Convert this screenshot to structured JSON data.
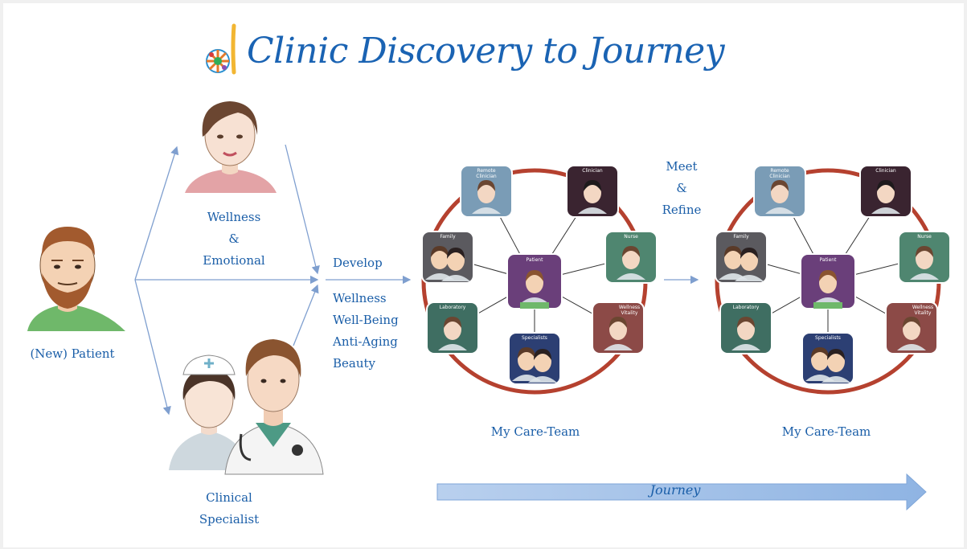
{
  "title": "Clinic Discovery to Journey",
  "patient_label": "(New) Patient",
  "wellness_label": [
    "Wellness",
    "&",
    "Emotional"
  ],
  "clinical_label": [
    "Clinical",
    "Specialist"
  ],
  "develop_label": "Develop",
  "focus_list": [
    "Wellness",
    "Well-Being",
    "Anti-Aging",
    "Beauty"
  ],
  "meet_refine": [
    "Meet",
    "&",
    "Refine"
  ],
  "care_team_label": "My Care-Team",
  "journey_label": "Journey",
  "care_team_nodes": {
    "center": "Patient",
    "outer": [
      "Remote Clinician",
      "Clinician",
      "Nurse",
      "Wellness Vitality",
      "Specialists",
      "Laboratory",
      "Family"
    ]
  },
  "colors": {
    "title_blue": "#1a63b3",
    "label_blue": "#1a5ea8",
    "ring_red": "#b5412f",
    "arrow_blue": "#8fb4e3",
    "connector_blue": "#7f9fcf"
  }
}
